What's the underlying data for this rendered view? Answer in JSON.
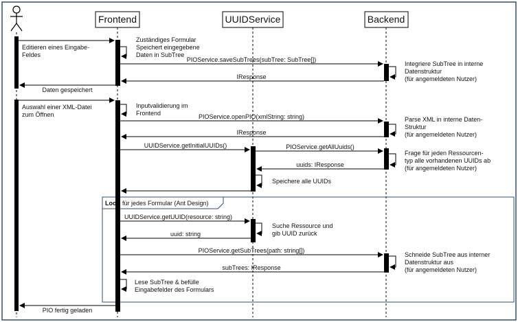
{
  "participants": {
    "frontend": "Frontend",
    "uuid": "UUIDService",
    "backend": "Backend"
  },
  "loop": {
    "keyword": "Loop",
    "title": "für jedes Formular (Ant Design)"
  },
  "notes": {
    "edit_field": [
      "Editieren eines Eingabe-",
      "Feldes"
    ],
    "select_xml": [
      "Auswahl einer XML-Datei",
      "zum Öffnen"
    ],
    "form_saves": [
      "Zuständiges Formular",
      "Speichert eingegebene",
      "Daten in SubTree"
    ],
    "integrate_subtree": [
      "Integriere SubTree in interne",
      "Datenstruktur",
      "(für angemeldeten Nutzer)"
    ],
    "input_validation": [
      "Inputvalidierung im",
      "Frontend"
    ],
    "parse_xml": [
      "Parse XML in interne Daten-",
      "Struktur",
      "(für angemeldeten Nutzer)"
    ],
    "ask_resources": [
      "Frage für jeden Ressourcen-",
      "typ alle vorhandenen UUIDs ab",
      "(für angemeldeten Nutzer)"
    ],
    "store_uuids": [
      "Speichere alle UUIDs"
    ],
    "search_resource": [
      "Suche Ressource und",
      "gib UUID zurück"
    ],
    "cut_subtree": [
      "Schneide SubTree aus interner",
      "Datenstruktur aus",
      "(für angemeldeten Nutzer)"
    ],
    "fill_fields": [
      "Lese SubTree & befülle",
      "Eingabefelder des Formulars"
    ]
  },
  "messages": {
    "save_subtrees": "PIOService.saveSubTrees(subTree: SubTree[])",
    "iresponse_1": "IResponse",
    "data_saved": "Daten gespeichert",
    "open_pio": "PIOService.openPIO(xmlString: string)",
    "iresponse_2": "IResponse",
    "get_initial_uuids": "UUIDService.getInitialUUIDs()",
    "get_all_uuids": "PIOService.getAllUuids()",
    "uuids_response": "uuids: IResponse",
    "get_uuid": "UUIDService.getUUID(resource: string)",
    "uuid_string": "uuid: string",
    "get_subtrees": "PIOService.getSubTrees(path: string[])",
    "subtrees_response": "subTrees: IResponse",
    "pio_loaded": "PIO fertig geladen"
  },
  "colors": {
    "frame": "#2f4f6f",
    "line": "#000000",
    "activation": "#000000"
  }
}
